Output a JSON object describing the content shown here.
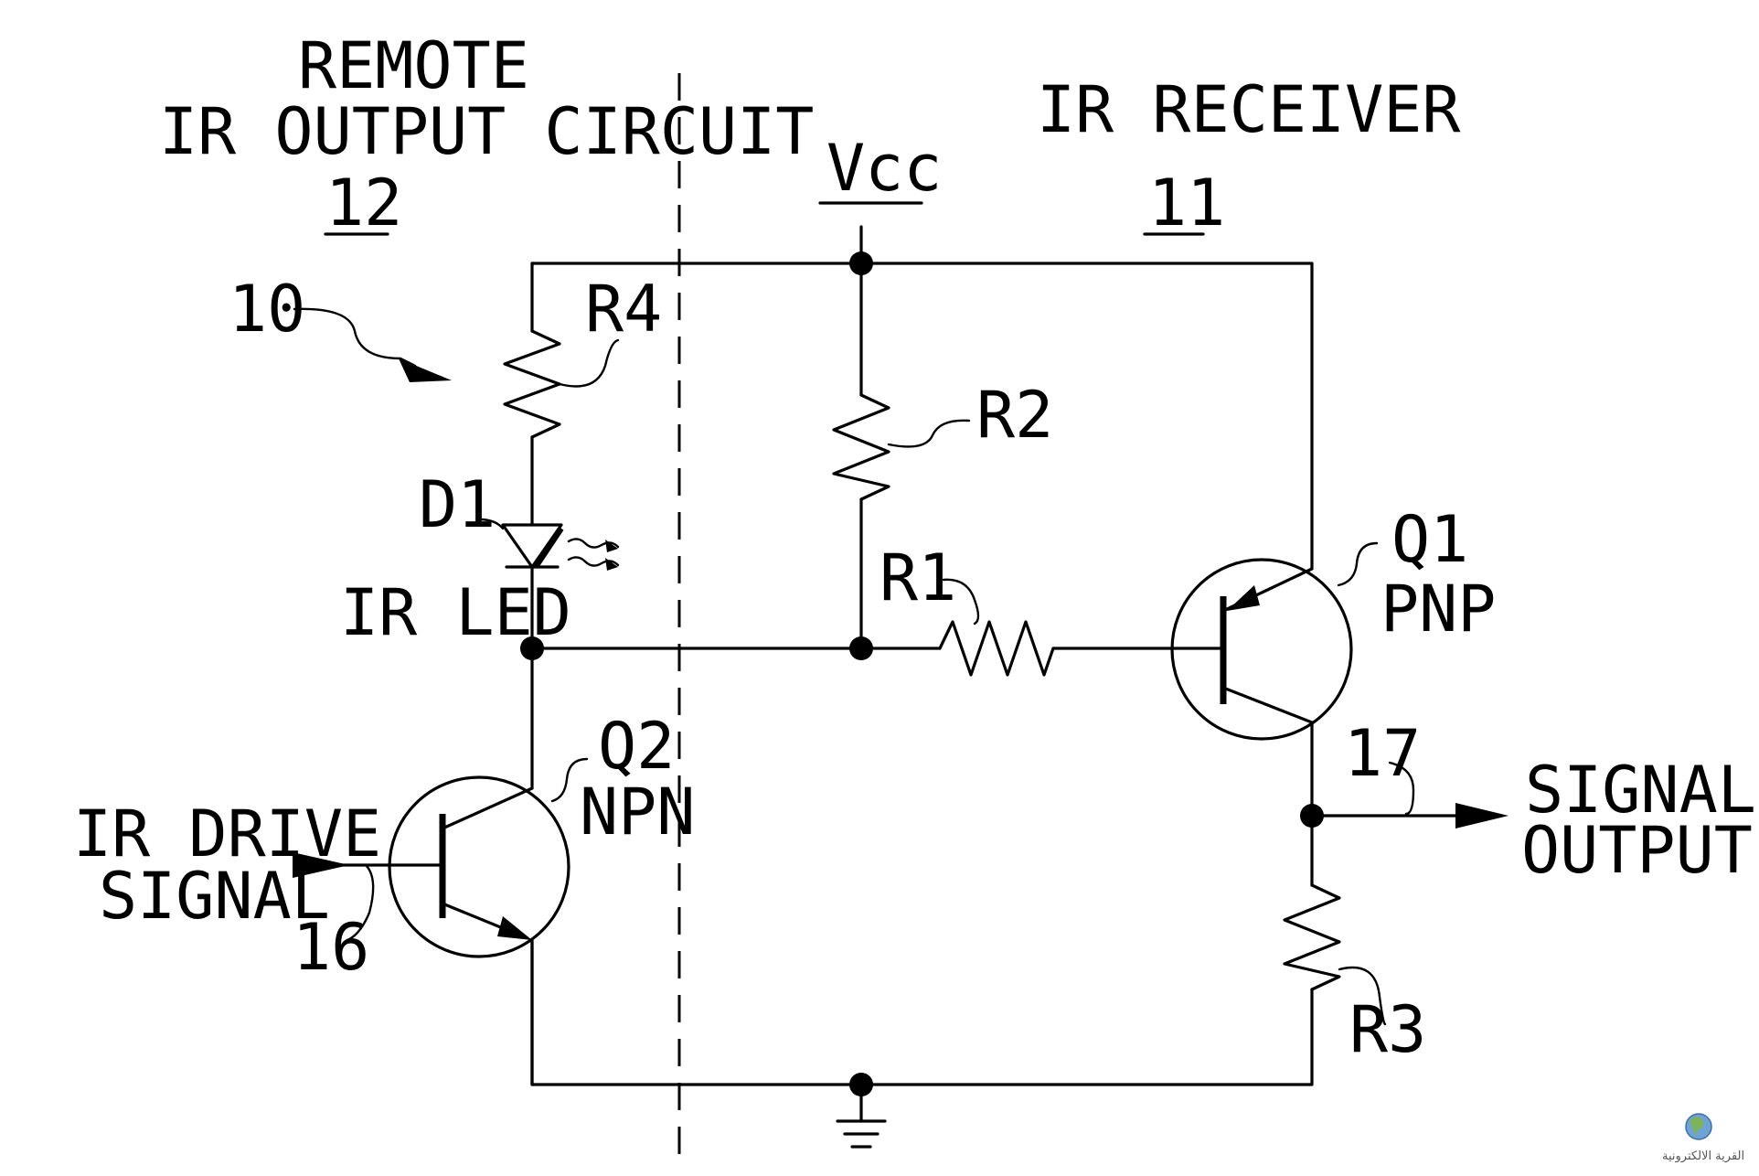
{
  "labels": {
    "remote_title_line1": "REMOTE",
    "remote_title_line2": "IR OUTPUT CIRCUIT",
    "remote_ref": "12",
    "receiver_title": "IR RECEIVER",
    "receiver_ref": "11",
    "vcc": "Vcc",
    "ref_10": "10",
    "r4": "R4",
    "r2": "R2",
    "r1": "R1",
    "r3": "R3",
    "d1": "D1",
    "ir_led": "IR LED",
    "q1": "Q1",
    "q1_type": "PNP",
    "q2": "Q2",
    "q2_type": "NPN",
    "ref_17": "17",
    "ref_16": "16",
    "signal_output_line1": "SIGNAL",
    "signal_output_line2": "OUTPUT",
    "ir_drive_line1": "IR DRIVE",
    "ir_drive_line2": "SIGNAL"
  },
  "watermark": {
    "text": "القرية الالكترونية"
  }
}
